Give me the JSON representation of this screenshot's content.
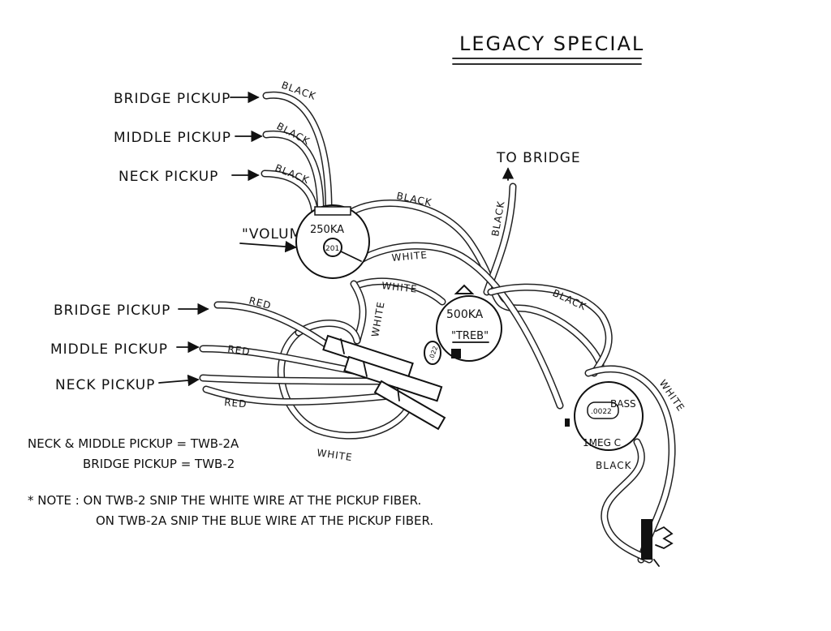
{
  "title": "LEGACY SPECIAL",
  "top_labels": {
    "bridge_pickup": "BRIDGE PICKUP",
    "middle_pickup": "MIDDLE PICKUP",
    "neck_pickup": "NECK PICKUP"
  },
  "bottom_labels": {
    "bridge_pickup": "BRIDGE PICKUP",
    "middle_pickup": "MIDDLE PICKUP",
    "neck_pickup": "NECK PICKUP"
  },
  "to_bridge": "TO BRIDGE",
  "volume_label": "\"VOLUME\"",
  "components": {
    "volume_pot": "250KA",
    "volume_cap": "201",
    "treble_pot": "500KA",
    "treble_label": "\"TREB\"",
    "treble_cap": ".022",
    "bass_pot": "1MEG C",
    "bass_label": "BASS",
    "bass_cap": ".0022"
  },
  "wire_labels": {
    "black_bridge": "BLACK",
    "black_middle": "BLACK",
    "black_neck": "BLACK",
    "black_volume": "BLACK",
    "black_to_bridge": "BLACK",
    "black_treble_bass": "BLACK",
    "black_jack": "BLACK",
    "white_volume": "WHITE",
    "white_vol_treble": "WHITE",
    "white_vertical": "WHITE",
    "white_loop": "WHITE",
    "white_bass": "WHITE",
    "red_bridge": "RED",
    "red_middle": "RED",
    "red_neck": "RED"
  },
  "legend": {
    "neck_middle": "NECK & MIDDLE PICKUP = TWB-2A",
    "bridge": "BRIDGE PICKUP = TWB-2"
  },
  "note": {
    "line1": "* NOTE : ON TWB-2 SNIP THE WHITE WIRE AT THE PICKUP FIBER.",
    "line2": "ON TWB-2A SNIP THE BLUE WIRE AT THE PICKUP FIBER."
  }
}
